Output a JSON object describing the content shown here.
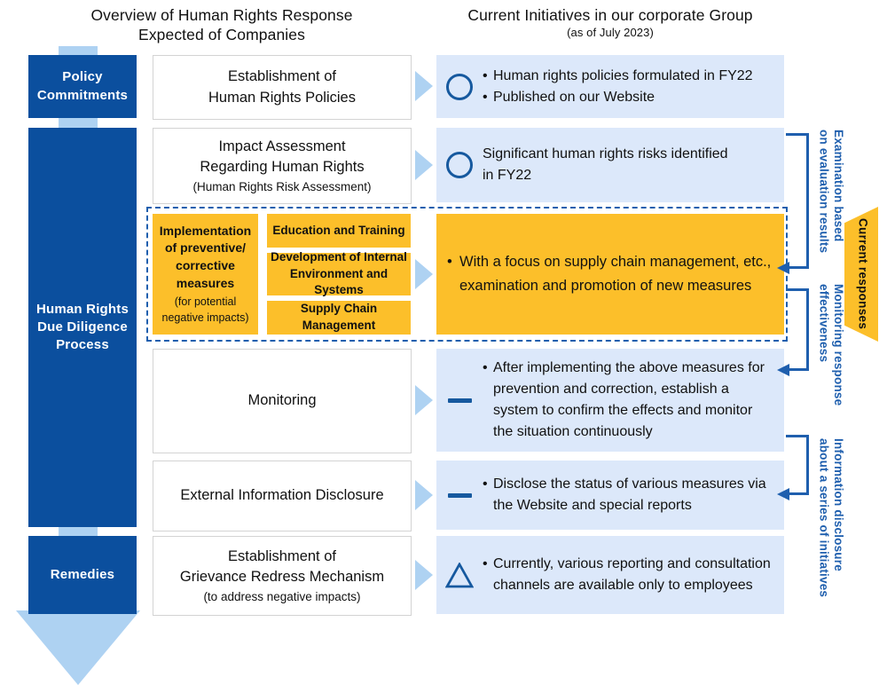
{
  "headers": {
    "left_title_line1": "Overview of Human Rights Response",
    "left_title_line2": "Expected of Companies",
    "right_title": "Current Initiatives in our corporate Group",
    "right_subtitle": "(as of July 2023)"
  },
  "stages": [
    {
      "id": "policy",
      "label": "Policy\nCommitments"
    },
    {
      "id": "hrdd",
      "label": "Human Rights\nDue Diligence\nProcess"
    },
    {
      "id": "remedies",
      "label": "Remedies"
    }
  ],
  "rows": [
    {
      "id": "policy",
      "middle_main": "Establishment of\nHuman Rights Policies",
      "middle_note": "",
      "mark": "circle",
      "bullets": [
        "Human rights policies formulated in FY22",
        "Published on our Website"
      ]
    },
    {
      "id": "impact",
      "middle_main": "Impact Assessment\nRegarding Human Rights",
      "middle_note": "(Human Rights Risk Assessment)",
      "mark": "circle",
      "bullets": [
        "Significant human rights risks identified in FY22"
      ]
    },
    {
      "id": "monitoring",
      "middle_main": "Monitoring",
      "middle_note": "",
      "mark": "dash",
      "bullets": [
        "After implementing the above measures for prevention and correction, establish a system to confirm the effects and monitor the situation continuously"
      ]
    },
    {
      "id": "disclosure",
      "middle_main": "External Information Disclosure",
      "middle_note": "",
      "mark": "dash",
      "bullets": [
        "Disclose the status of various measures via the Website and special reports"
      ]
    },
    {
      "id": "remedies",
      "middle_main": "Establishment of\nGrievance Redress Mechanism",
      "middle_note": "(to address negative impacts)",
      "mark": "triangle",
      "bullets": [
        "Currently, various reporting and consultation channels are available only to employees"
      ]
    }
  ],
  "dd_band": {
    "implementation_title": "Implementation\nof preventive/\ncorrective\nmeasures",
    "implementation_note": "(for potential\nnegative impacts)",
    "sub_boxes": [
      "Education and Training",
      "Development of Internal\nEnvironment and Systems",
      "Supply Chain Management"
    ],
    "result_text": "With a focus on supply chain management, etc., examination and promotion of new measures"
  },
  "vertical_labels": [
    {
      "id": "examination",
      "text": "Examination based\non evaluation results"
    },
    {
      "id": "monitoring",
      "text": "Monitoring response\neffectiveness"
    },
    {
      "id": "information",
      "text": "Information disclosure\nabout a series of initiatives"
    }
  ],
  "current_responses_arrow": {
    "label": "Current responses"
  },
  "colors": {
    "dark_blue": "#0B4F9E",
    "light_blue_fill": "#DCE8FA",
    "pale_blue_arrow": "#AED2F2",
    "orange": "#FCBF2A",
    "accent_blue": "#1F5FAE",
    "mark_blue": "#16599F"
  }
}
